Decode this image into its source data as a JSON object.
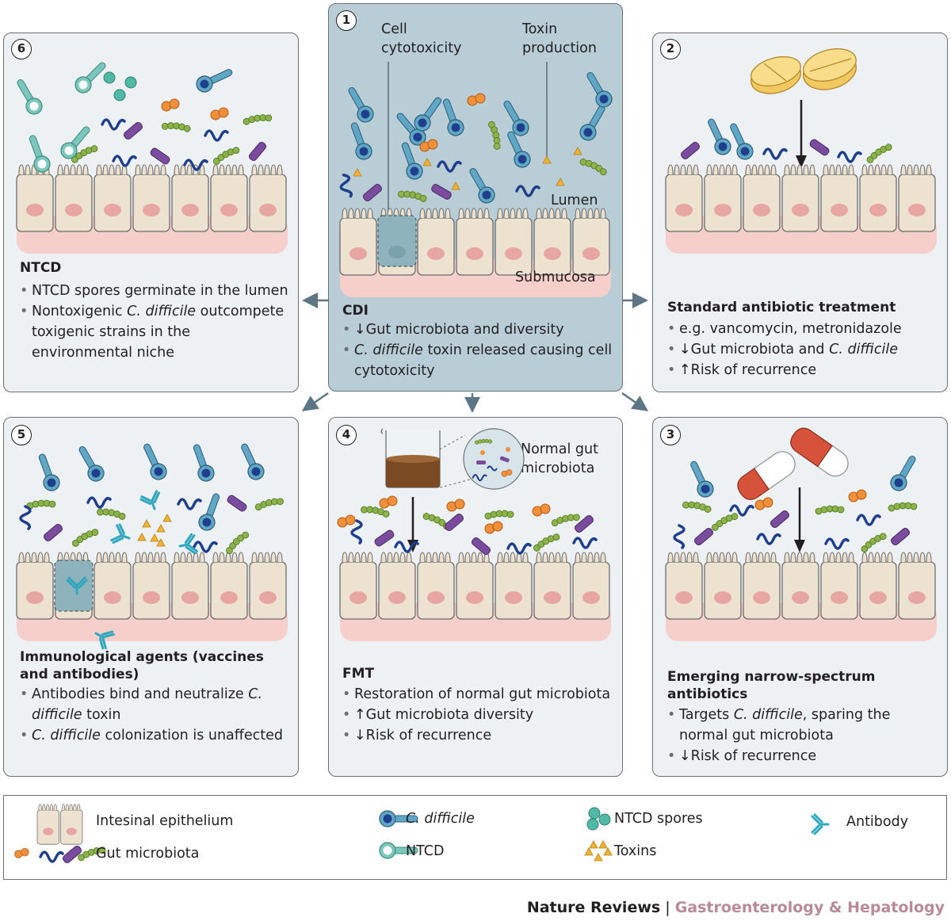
{
  "panels": {
    "p1": {
      "number": "1",
      "cell_cytotoxicity": "Cell\ncytotoxicity",
      "toxin_production": "Toxin\nproduction",
      "lumen": "Lumen",
      "submucosa": "Submucosa",
      "title": "CDI",
      "bullets": [
        "↓Gut microbiota and diversity",
        "C. difficile toxin released causing cell cytotoxicity"
      ]
    },
    "p2": {
      "number": "2",
      "title": "Standard antibiotic treatment",
      "bullets": [
        "e.g. vancomycin, metronidazole",
        "↓Gut microbiota and C. difficile",
        "↑Risk of recurrence"
      ]
    },
    "p3": {
      "number": "3",
      "title": "Emerging narrow-spectrum antibiotics",
      "bullets": [
        "Targets C. difficile, sparing the normal gut microbiota",
        "↓Risk of recurrence"
      ]
    },
    "p4": {
      "number": "4",
      "normal_gut": "Normal gut\nmicrobiota",
      "title": "FMT",
      "bullets": [
        "Restoration of normal gut microbiota",
        "↑Gut microbiota diversity",
        "↓Risk of recurrence"
      ]
    },
    "p5": {
      "number": "5",
      "title": "Immunological agents (vaccines and antibodies)",
      "bullets": [
        "Antibodies bind and neutralize C. difficile toxin",
        "C. difficile colonization is unaffected"
      ]
    },
    "p6": {
      "number": "6",
      "title": "NTCD",
      "bullets": [
        "NTCD spores germinate in the lumen",
        "Nontoxigenic C. difficile outcompete toxigenic strains in the environmental niche"
      ]
    }
  },
  "legend": {
    "epithelium": "Intesinal epithelium",
    "microbiota": "Gut microbiota",
    "cdiff": "C. difficile",
    "ntcd": "NTCD",
    "spores": "NTCD spores",
    "toxins": "Toxins",
    "antibody": "Antibody"
  },
  "footer": {
    "journal": "Nature Reviews",
    "separator": "|",
    "subject": "Gastroenterology & Hepatology"
  },
  "colors": {
    "panel_bg": "#edf1f4",
    "center_bg": "#b8cdd5",
    "cdiff": "#5fa7c4",
    "ntcd": "#7cc7bb",
    "nucleus_dark": "#1f3f8c",
    "orange": "#f0903a",
    "purple": "#7b4c9e",
    "green": "#8cb34a",
    "wave": "#1f3f8c",
    "toxin": "#f4b32e",
    "antibody": "#2fa7bf",
    "epithelium": "#ece2cf",
    "submucosa": "#f6cfcb"
  }
}
